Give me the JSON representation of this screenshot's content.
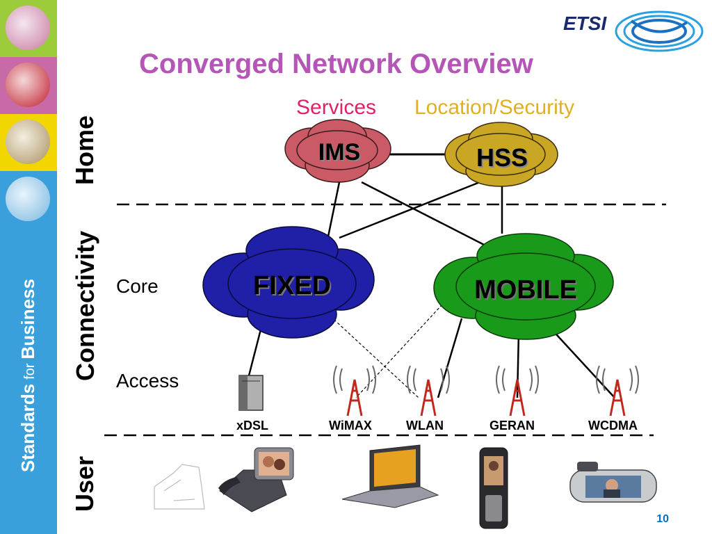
{
  "slide": {
    "title": "Converged Network Overview",
    "page_number": "10",
    "logo_text": "ETSI",
    "sidebar_brand": {
      "word1": "Standards",
      "word2": "for",
      "word3": "Business"
    }
  },
  "top_labels": {
    "services": "Services",
    "location_security": "Location/Security"
  },
  "layers": {
    "home": "Home",
    "connectivity": "Connectivity",
    "user": "User"
  },
  "sublayers": {
    "core": "Core",
    "access": "Access"
  },
  "clouds": {
    "ims": "IMS",
    "hss": "HSS",
    "fixed": "FIXED",
    "mobile": "MOBILE"
  },
  "access_tech": {
    "xdsl": "xDSL",
    "wimax": "WiMAX",
    "wlan": "WLAN",
    "geran": "GERAN",
    "wcdma": "WCDMA"
  },
  "colors": {
    "title": "#b455b7",
    "services": "#e0206a",
    "location_security": "#e0b020",
    "ims": "#c95a66",
    "hss": "#c9a623",
    "fixed": "#1f1fa8",
    "mobile": "#1a9a1a",
    "sidebar": "#3aa0dc",
    "tower": "#c0281c"
  }
}
